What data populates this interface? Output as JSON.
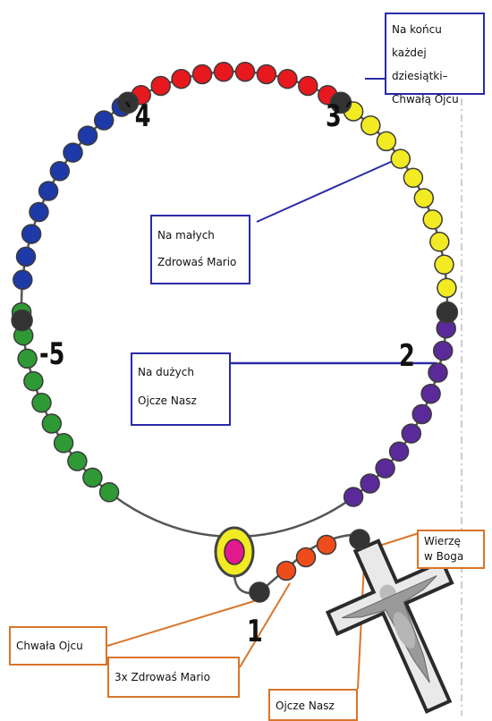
{
  "labels": {
    "top_right": [
      "Na końcu każdej",
      "dziesiątki–",
      "Chwałą Ojcu"
    ],
    "small_beads": [
      "Na małych",
      "Zdrowaś Mario"
    ],
    "large_beads": [
      "Na dużych",
      "Ojcze Nasz"
    ],
    "creed": [
      "Wierzę",
      "w Boga"
    ],
    "glory": "Chwała Ojcu",
    "three_hail": "3x Zdrowaś Mario",
    "our_father": "Ojcze Nasz"
  },
  "decade_numbers": {
    "n1": "1",
    "n2": "2",
    "n3": "3´",
    "n4": "`4",
    "n5": "-5"
  },
  "colors": {
    "red": "#e8191e",
    "yellow": "#f2ea22",
    "purple": "#5b2a9a",
    "green": "#2f9a35",
    "blue": "#1e3aa8",
    "dark": "#333333",
    "orange": "#ee4d1b",
    "center_outer": "#f2ea22",
    "center_inner": "#e0198c",
    "callout_blue": "#2a2aa8",
    "callout_orange": "#d9752a"
  },
  "icons": [
    "crucifix-icon",
    "center-medal-icon"
  ]
}
